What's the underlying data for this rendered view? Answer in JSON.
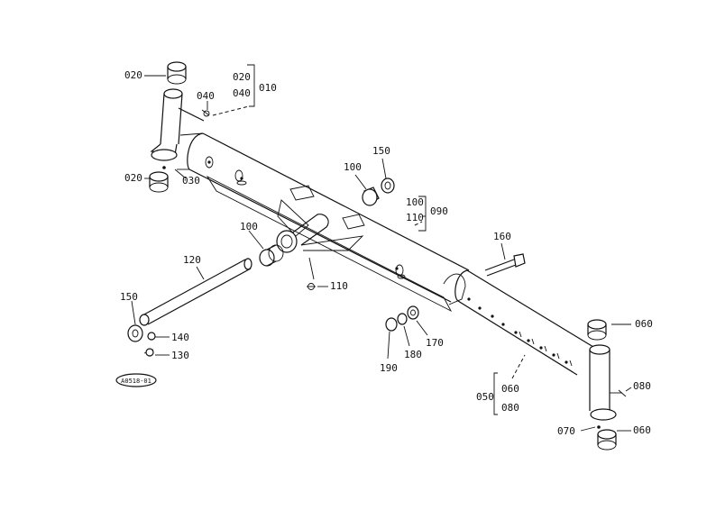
{
  "colors": {
    "ink": "#111111",
    "paper": "#ffffff"
  },
  "callouts": {
    "c020a": "020",
    "c020b": "020",
    "c040": "040",
    "c030": "030",
    "c020g": "020",
    "c040g": "040",
    "c010": "010",
    "c150a": "150",
    "c100a": "100",
    "c100g": "100",
    "c110g": "110",
    "c090": "090",
    "c160": "160",
    "c100b": "100",
    "c110": "110",
    "c120": "120",
    "c150b": "150",
    "c140": "140",
    "c130": "130",
    "c190": "190",
    "c180": "180",
    "c170": "170",
    "c060a": "060",
    "c080a": "080",
    "c060g": "060",
    "c080g": "080",
    "c050": "050",
    "c070": "070",
    "c060b": "060"
  },
  "stamp": {
    "code": "A0518-01"
  }
}
